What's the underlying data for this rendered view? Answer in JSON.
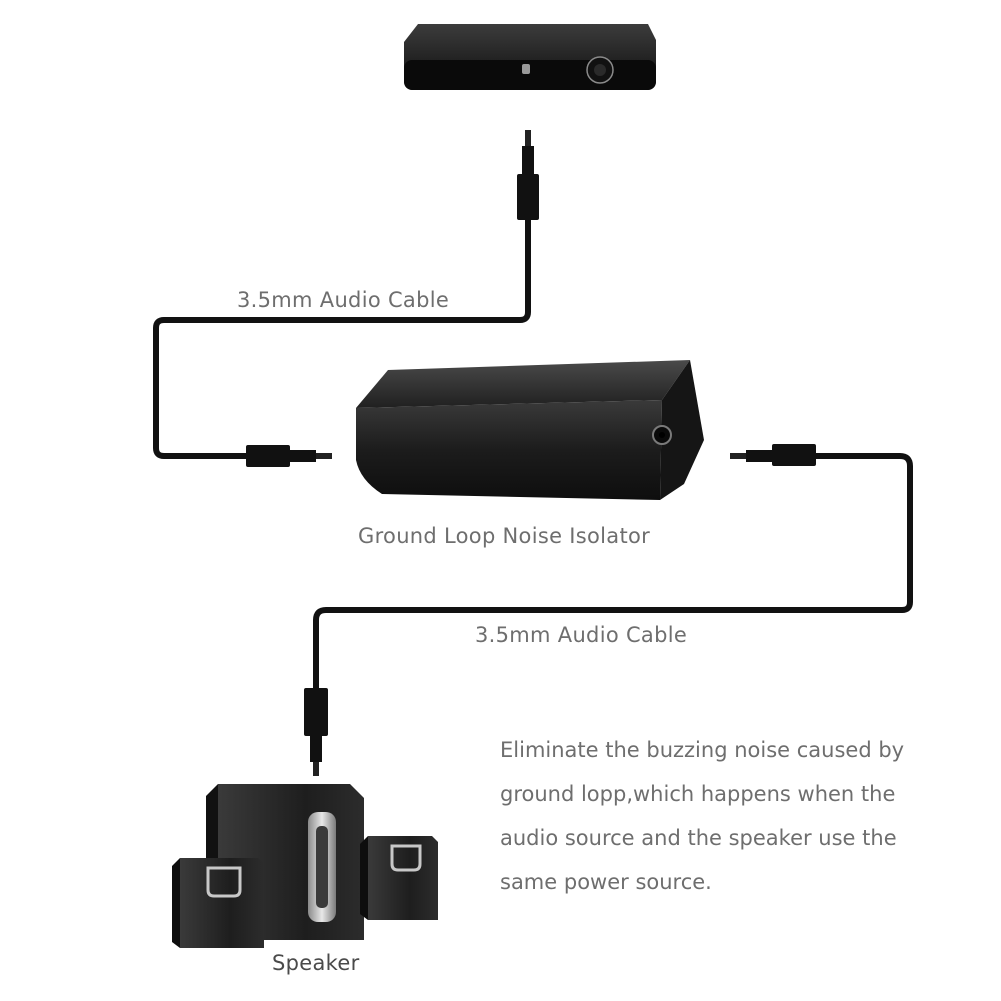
{
  "labels": {
    "cable_top": "3.5mm Audio Cable",
    "isolator": "Ground Loop Noise Isolator",
    "cable_bottom": "3.5mm Audio Cable",
    "speaker": "Speaker"
  },
  "description": {
    "lines": [
      "Eliminate the buzzing noise caused by",
      "ground lopp,which happens when the",
      "audio source and the speaker use the",
      "same power source."
    ]
  },
  "colors": {
    "text": "#6e6e6e",
    "cable": "#111111",
    "device": "#1a1a1a"
  }
}
